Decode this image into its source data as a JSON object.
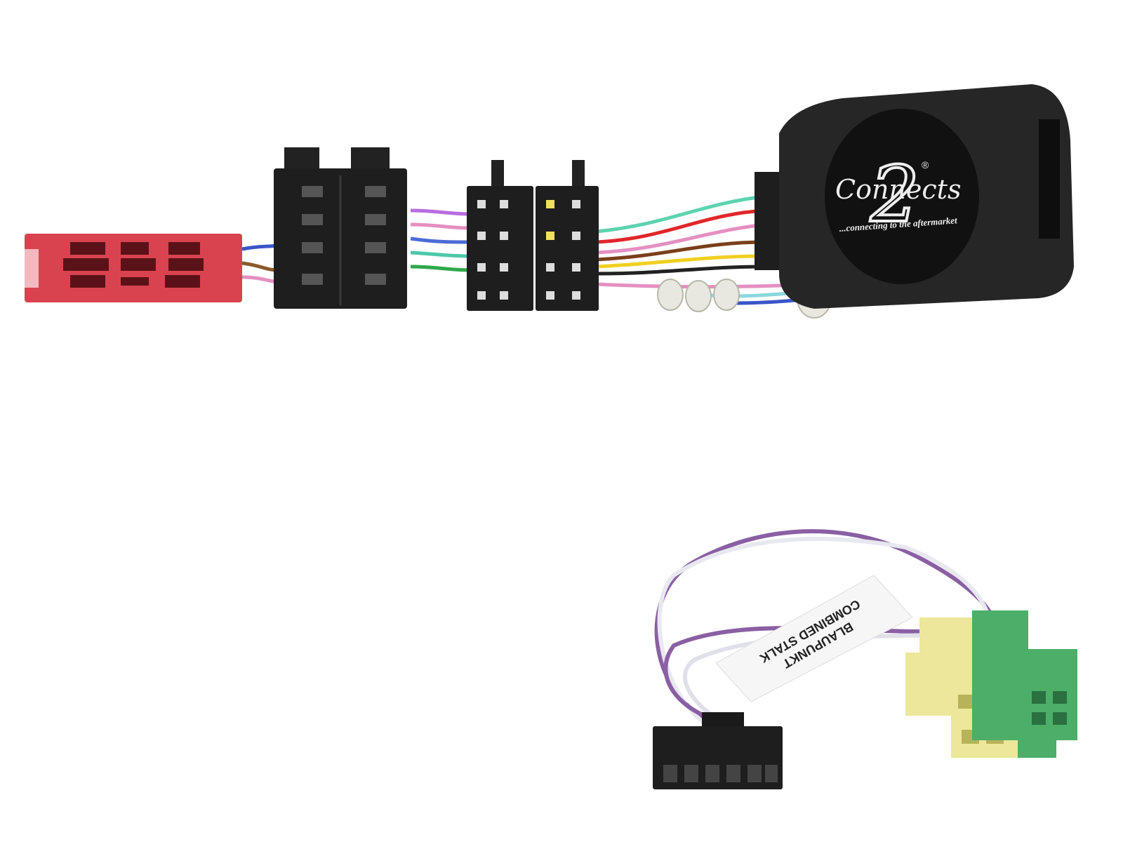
{
  "product": {
    "logo": {
      "brand": "Connects",
      "numeral": "2",
      "registered": "®",
      "tagline": "...connecting to the aftermarket"
    },
    "cable_label": {
      "line1": "BLAUPUNKT",
      "line2": "COMBINED STALK"
    },
    "colors": {
      "background": "#ffffff",
      "red_connector": "#d9434f",
      "black_connector": "#1e1e1e",
      "interface_box": "#262626",
      "yellow_connector": "#ece79a",
      "green_connector": "#4cae68",
      "purple_wire": "#8a5fa3"
    }
  }
}
